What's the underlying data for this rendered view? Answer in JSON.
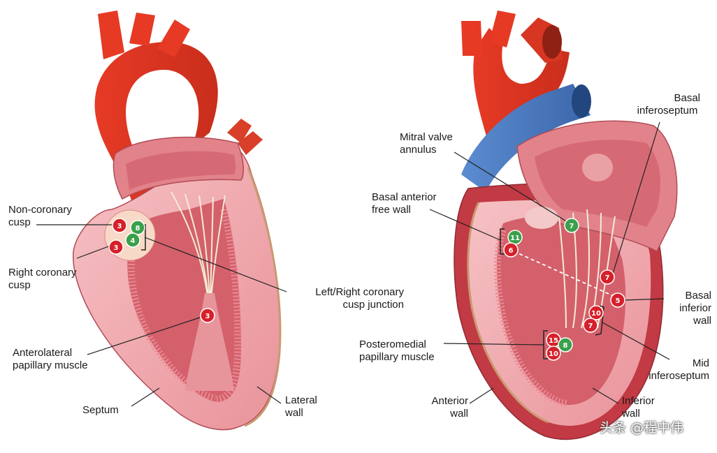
{
  "left_heart": {
    "labels": {
      "non_coronary": [
        "Non-coronary",
        "cusp"
      ],
      "right_coronary": [
        "Right coronary",
        "cusp"
      ],
      "junction": [
        "Left/Right coronary",
        "cusp junction"
      ],
      "anterolateral": [
        "Anterolateral",
        "papillary muscle"
      ],
      "septum": [
        "Septum"
      ],
      "lateral": [
        "Lateral",
        "wall"
      ]
    },
    "badges": [
      {
        "id": "ncc",
        "number": "3",
        "color": "red"
      },
      {
        "id": "junc-top",
        "number": "8",
        "color": "green"
      },
      {
        "id": "junc-mid",
        "number": "4",
        "color": "green"
      },
      {
        "id": "rcc",
        "number": "3",
        "color": "red"
      },
      {
        "id": "alpm",
        "number": "3",
        "color": "red"
      }
    ]
  },
  "right_heart": {
    "labels": {
      "basal_inferoseptum": [
        "Basal",
        "inferoseptum"
      ],
      "mitral_annulus": [
        "Mitral valve",
        "annulus"
      ],
      "basal_anterior": [
        "Basal anterior",
        "free wall"
      ],
      "basal_inferior": [
        "Basal",
        "inferior",
        "wall"
      ],
      "mid_inferoseptum": [
        "Mid",
        "inferoseptum"
      ],
      "posteromedial": [
        "Posteromedial",
        "papillary muscle"
      ],
      "anterior": [
        "Anterior",
        "wall"
      ],
      "inferior": [
        "Inferior",
        "wall"
      ]
    },
    "badges": [
      {
        "id": "mva",
        "number": "7",
        "color": "green"
      },
      {
        "id": "baf-top",
        "number": "11",
        "color": "green"
      },
      {
        "id": "baf-bot",
        "number": "6",
        "color": "red"
      },
      {
        "id": "bis",
        "number": "7",
        "color": "red"
      },
      {
        "id": "biw",
        "number": "5",
        "color": "red"
      },
      {
        "id": "mis-top",
        "number": "10",
        "color": "red"
      },
      {
        "id": "mis-bot",
        "number": "7",
        "color": "red"
      },
      {
        "id": "pm-top-red",
        "number": "15",
        "color": "red"
      },
      {
        "id": "pm-top-green",
        "number": "8",
        "color": "green"
      },
      {
        "id": "pm-bot",
        "number": "10",
        "color": "red"
      }
    ]
  },
  "watermark": "头条 @程中伟",
  "colors": {
    "aorta": "#e8412b",
    "myocardium": "#f2a8ad",
    "chamber": "#d9656f",
    "outer_wall": "#c23a44",
    "vein": "#4f7fc4",
    "badge_red": "#d6202a",
    "badge_green": "#3aa04a"
  }
}
